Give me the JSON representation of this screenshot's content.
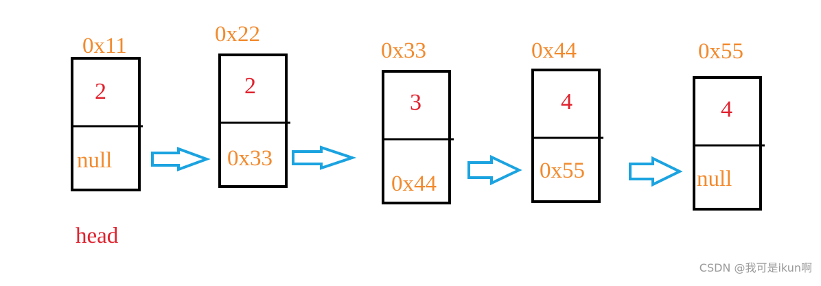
{
  "nodes": [
    {
      "address": "0x11",
      "value": "2",
      "next": "null"
    },
    {
      "address": "0x22",
      "value": "2",
      "next": "0x33"
    },
    {
      "address": "0x33",
      "value": "3",
      "next": "0x44"
    },
    {
      "address": "0x44",
      "value": "4",
      "next": "0x55"
    },
    {
      "address": "0x55",
      "value": "4",
      "next": "null"
    }
  ],
  "head_label": "head",
  "watermark": "CSDN @我可是ikun啊",
  "colors": {
    "address": "#f28a2e",
    "value": "#e0222e",
    "next": "#f28a2e",
    "head": "#e0222e",
    "arrow": "#1ba3e0",
    "box": "#000000"
  }
}
